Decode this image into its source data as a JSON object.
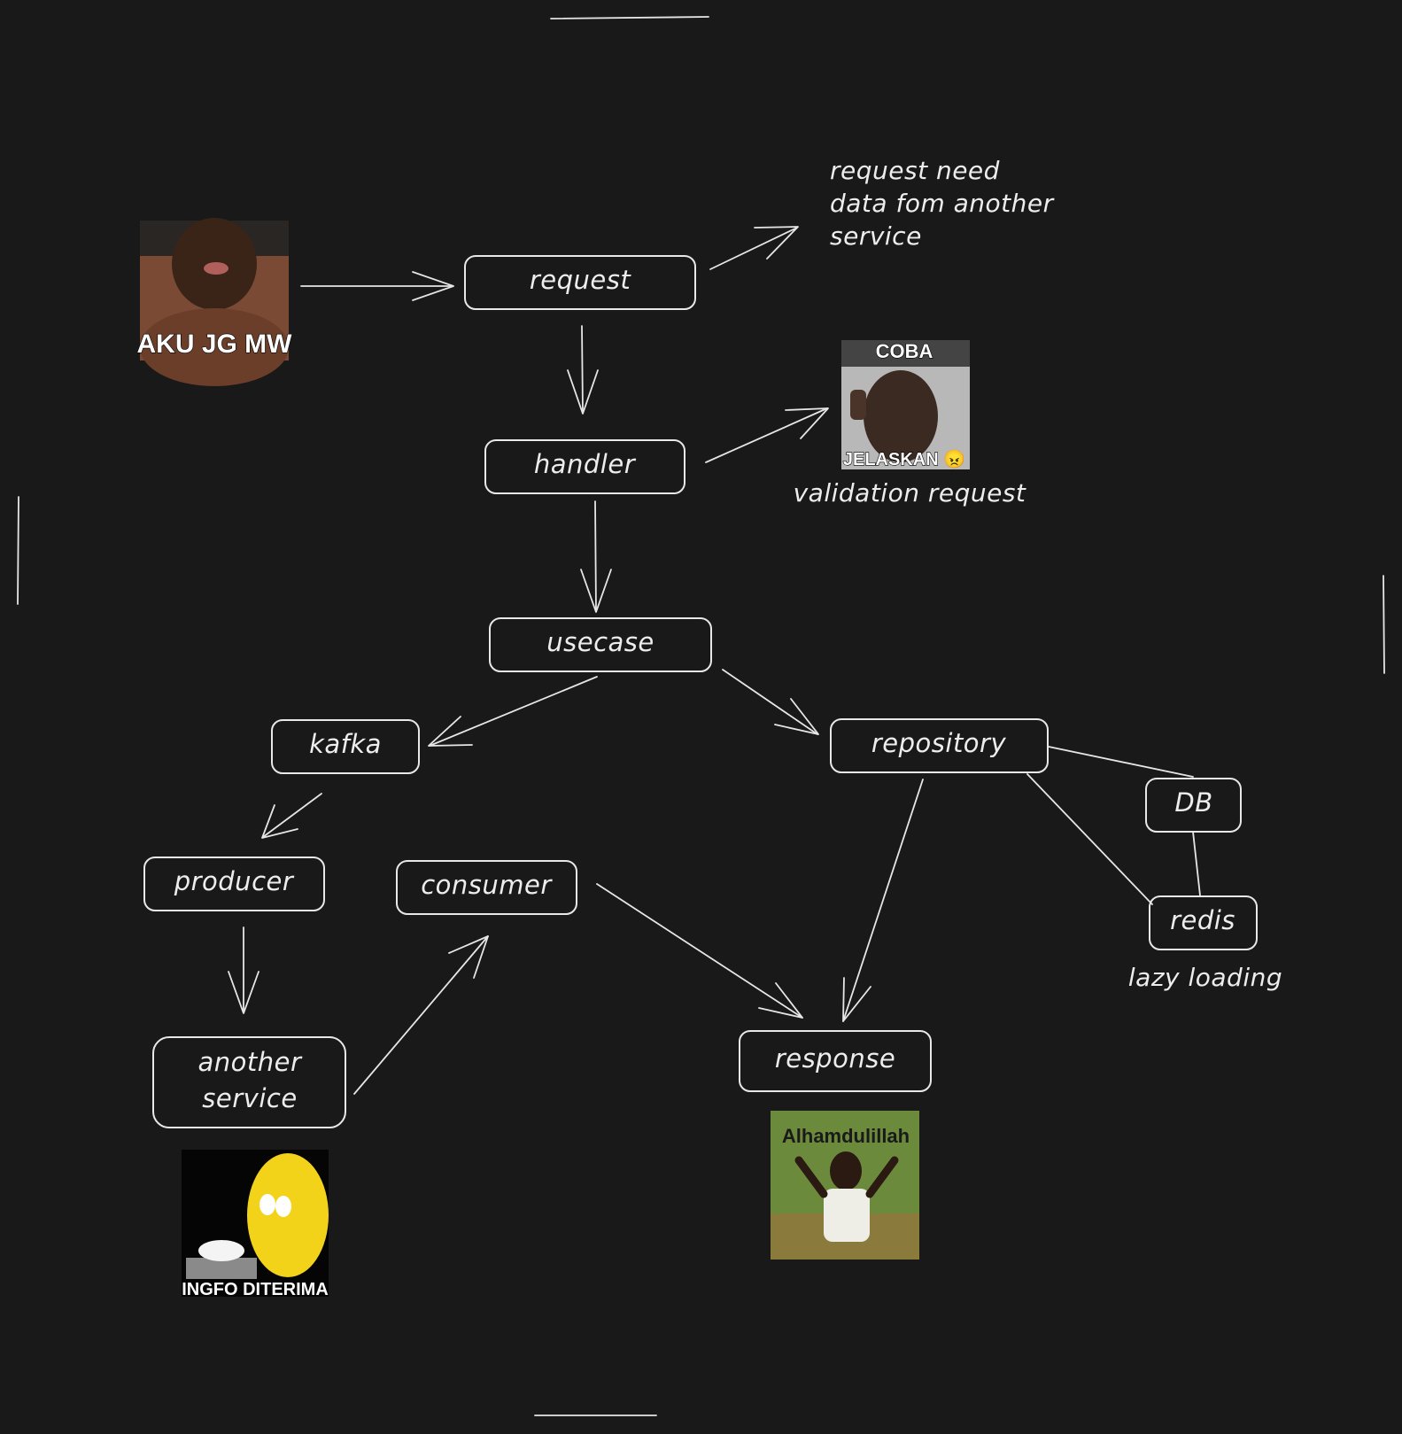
{
  "nodes": {
    "request": "request",
    "handler": "handler",
    "usecase": "usecase",
    "kafka": "kafka",
    "repository": "repository",
    "db": "DB",
    "redis": "redis",
    "producer": "producer",
    "consumer": "consumer",
    "another_service": [
      "another",
      "service"
    ],
    "response": "response"
  },
  "notes": {
    "request_need": [
      "request need",
      "data fom another",
      "service"
    ],
    "validation": "validation request",
    "lazy_loading": "lazy loading"
  },
  "memes": {
    "aku": {
      "caption": "AKU JG MW"
    },
    "coba": {
      "caption_top": "COBA",
      "caption_bottom": "JELASKAN 😠"
    },
    "ingfo": {
      "caption": "INGFO DITERIMA"
    },
    "alhamdulillah": {
      "caption": "Alhamdulillah"
    }
  },
  "colors": {
    "background": "#191919",
    "stroke": "#e6e6e6",
    "text": "#ededed"
  }
}
